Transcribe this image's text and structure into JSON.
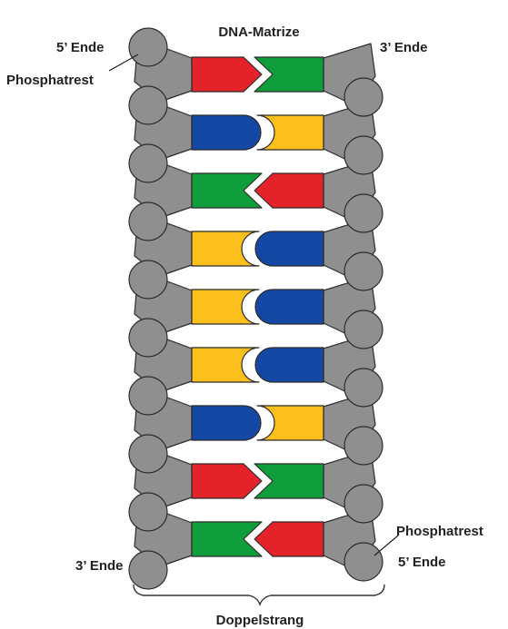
{
  "labels": {
    "top_title": "DNA-Matrize",
    "top_left_end": "5’ Ende",
    "top_right_end": "3’ Ende",
    "top_phosphate": "Phosphatrest",
    "bottom_left_end": "3’ Ende",
    "bottom_right_end": "5’ Ende",
    "bottom_phosphate": "Phosphatrest",
    "bottom_title": "Doppelstrang"
  },
  "colors": {
    "A": "#e42229",
    "T": "#0f9c3b",
    "G": "#1448a4",
    "C": "#fdbf1c",
    "backbone": "#8f8f8f",
    "outline": "#2b2b2b"
  },
  "base_pairs": [
    {
      "left": "A",
      "right": "T"
    },
    {
      "left": "G",
      "right": "C"
    },
    {
      "left": "T",
      "right": "A"
    },
    {
      "left": "C",
      "right": "G"
    },
    {
      "left": "C",
      "right": "G"
    },
    {
      "left": "C",
      "right": "G"
    },
    {
      "left": "G",
      "right": "C"
    },
    {
      "left": "A",
      "right": "T"
    },
    {
      "left": "T",
      "right": "A"
    }
  ]
}
